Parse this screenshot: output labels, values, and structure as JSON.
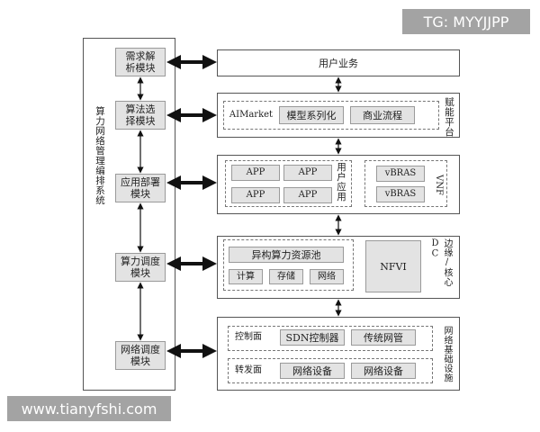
{
  "watermark_top": "TG: MYYJJPP",
  "watermark_bottom": "www.tianyfshi.com",
  "left_system": {
    "title": "算力网络管理编排系统",
    "modules": [
      "需求解析模块",
      "算法选择模块",
      "应用部署模块",
      "算力调度模块",
      "网络调度模块"
    ]
  },
  "user_business": "用户业务",
  "empower_platform": {
    "side_label": "赋能平台",
    "aimarket": "AIMarket",
    "items": [
      "模型系列化",
      "商业流程"
    ]
  },
  "app_layer": {
    "apps": [
      "APP",
      "APP",
      "APP",
      "APP"
    ],
    "user_app_label": "用户应用",
    "vnf_items": [
      "vBRAS",
      "vBRAS"
    ],
    "vnf_label": "VNF"
  },
  "dc_layer": {
    "pool_title": "异构算力资源池",
    "pool_items": [
      "计算",
      "存储",
      "网络"
    ],
    "nfvi": "NFVI",
    "side_label": "边缘/核心DC"
  },
  "network_infra": {
    "side_label": "网络基础设施",
    "control_plane": {
      "label": "控制面",
      "items": [
        "SDN控制器",
        "传统网管"
      ]
    },
    "forward_plane": {
      "label": "转发面",
      "items": [
        "网络设备",
        "网络设备"
      ]
    }
  }
}
